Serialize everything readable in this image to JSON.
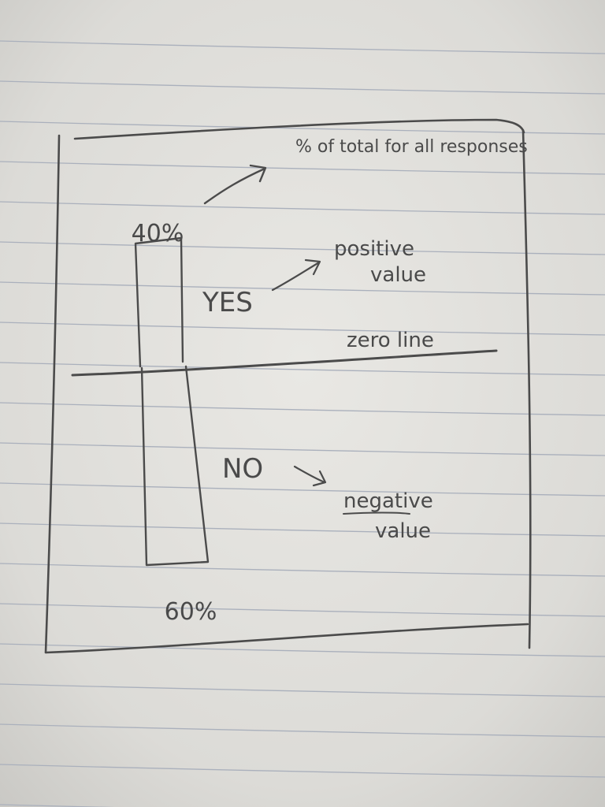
{
  "chart_data": {
    "type": "bar",
    "title": "",
    "categories": [
      "YES",
      "NO"
    ],
    "values": [
      40,
      -60
    ],
    "value_labels": [
      "40%",
      "60%"
    ],
    "ylim": [
      -60,
      40
    ],
    "grid": false,
    "annotations": {
      "axis_note": "% of total for all responses",
      "zero_line": "zero line",
      "positive_line1": "positive",
      "positive_line2": "value",
      "negative_line1": "negative",
      "negative_line2": "value"
    }
  },
  "colors": {
    "paper": "#dcdbd7",
    "pencil": "#4b4b4b",
    "ruled_line": "#aab0bc"
  }
}
